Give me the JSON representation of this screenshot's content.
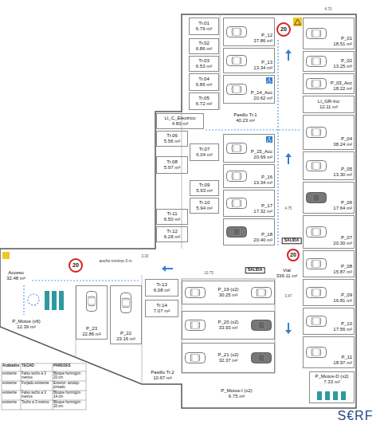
{
  "diagram": {
    "nodes": [
      {
        "text": [
          "Tr.01",
          "6.79 m²"
        ]
      },
      {
        "text": [
          "P_12",
          "37.86 m²"
        ]
      },
      {
        "text": [
          "P_01",
          "18.51 m²"
        ]
      },
      {
        "text": [
          "Tr.02",
          "6.86 m²"
        ]
      },
      {
        "text": [
          "P_13",
          "13.34 m²"
        ]
      },
      {
        "text": [
          "P_02",
          "13.25 m²"
        ]
      },
      {
        "text": [
          "Tr.03",
          "6.53 m²"
        ]
      },
      {
        "text": [
          "Tr.04",
          "6.86 m²"
        ]
      },
      {
        "text": [
          "P_03_Acc",
          "18.22 m²"
        ]
      },
      {
        "text": [
          "P_14_Acc",
          "20.62 m²"
        ]
      },
      {
        "text": [
          "Tr.05",
          "6.72 m²"
        ]
      },
      {
        "text": [
          "LI_GR-Inc",
          "12.11 m²"
        ]
      },
      {
        "text": [
          "LI_C_Electrico",
          "4.80 m²"
        ]
      },
      {
        "text": [
          "Pasillo Tr.1",
          "40.23 m²"
        ]
      },
      {
        "text": [
          "P_04",
          "38.24 m²"
        ]
      },
      {
        "text": [
          "Tr.06",
          "5.56 m²"
        ]
      },
      {
        "text": [
          "P_15_Acc",
          "20.69 m²"
        ]
      },
      {
        "text": [
          "Tr.07",
          "6.04 m²"
        ]
      },
      {
        "text": [
          "P_05",
          "13.30 m²"
        ]
      },
      {
        "text": [
          "Tr.08",
          "5.97 m²"
        ]
      },
      {
        "text": [
          "P_16",
          "13.34 m²"
        ]
      },
      {
        "text": [
          "Tr.09",
          "5.93 m²"
        ]
      },
      {
        "text": [
          "P_06",
          "17.64 m²"
        ]
      },
      {
        "text": [
          "P_17",
          "17.32 m²"
        ]
      },
      {
        "text": [
          "Tr.10",
          "5.94 m²"
        ]
      },
      {
        "text": [
          "Tr.11",
          "6.50 m²"
        ]
      },
      {
        "text": [
          "P_07",
          "20.30 m²"
        ]
      },
      {
        "text": [
          "P_18",
          "20.40 m²"
        ]
      },
      {
        "text": [
          "Tr.12",
          "6.28 m²"
        ]
      },
      {
        "text": [
          "P_08",
          "15.87 m²"
        ]
      },
      {
        "text": [
          "Acceso",
          "32.48 m²"
        ]
      },
      {
        "text": [
          "Vial",
          "336.11 m²"
        ]
      },
      {
        "text": [
          "P_09",
          "16.81 m²"
        ]
      },
      {
        "text": [
          "Tr.13",
          "6.08 m²"
        ]
      },
      {
        "text": [
          "P_19 (x2)",
          "30.25 m²"
        ]
      },
      {
        "text": [
          "P_23",
          "22.86 m²"
        ]
      },
      {
        "text": [
          "P_22",
          "23.16 m²"
        ]
      },
      {
        "text": [
          "Tr.14",
          "7.07 m²"
        ]
      },
      {
        "text": [
          "P_10",
          "17.56 m²"
        ]
      },
      {
        "text": [
          "P_20 (x2)",
          "33.93 m²"
        ]
      },
      {
        "text": [
          "P_Motos (x6)",
          "12.39 m²"
        ]
      },
      {
        "text": [
          "P_11",
          "18.97 m²"
        ]
      },
      {
        "text": [
          "P_21 (x2)",
          "32.37 m²"
        ]
      },
      {
        "text": [
          "Pasillo Tr.2",
          "10.67 m²"
        ]
      },
      {
        "text": [
          "P_Motos-D (x2)",
          "7.33 m²"
        ]
      },
      {
        "text": [
          "P_Motos-I (x2)",
          "6.75 m²"
        ]
      }
    ],
    "labels": [
      "20",
      "4.70",
      "4.75",
      "20",
      "ancho mínimo 3 m",
      "3.30",
      "SALIDA",
      "SALIDA",
      "20",
      "10.75",
      "3.47",
      "Acabados",
      "TECHO",
      "PAREDES",
      "existente",
      "Falso techo a 3 metros",
      "Bloque hormigón 20 cm",
      "existente",
      "Forjado existente",
      "Exterior: azulejo pintado",
      "existente",
      "Falso techo a 3 metros",
      "Bloque hormigón 14 cm",
      "existente",
      "Techo a 3 metros",
      "Bloque hormigón 20 cm",
      "S€RF"
    ]
  }
}
